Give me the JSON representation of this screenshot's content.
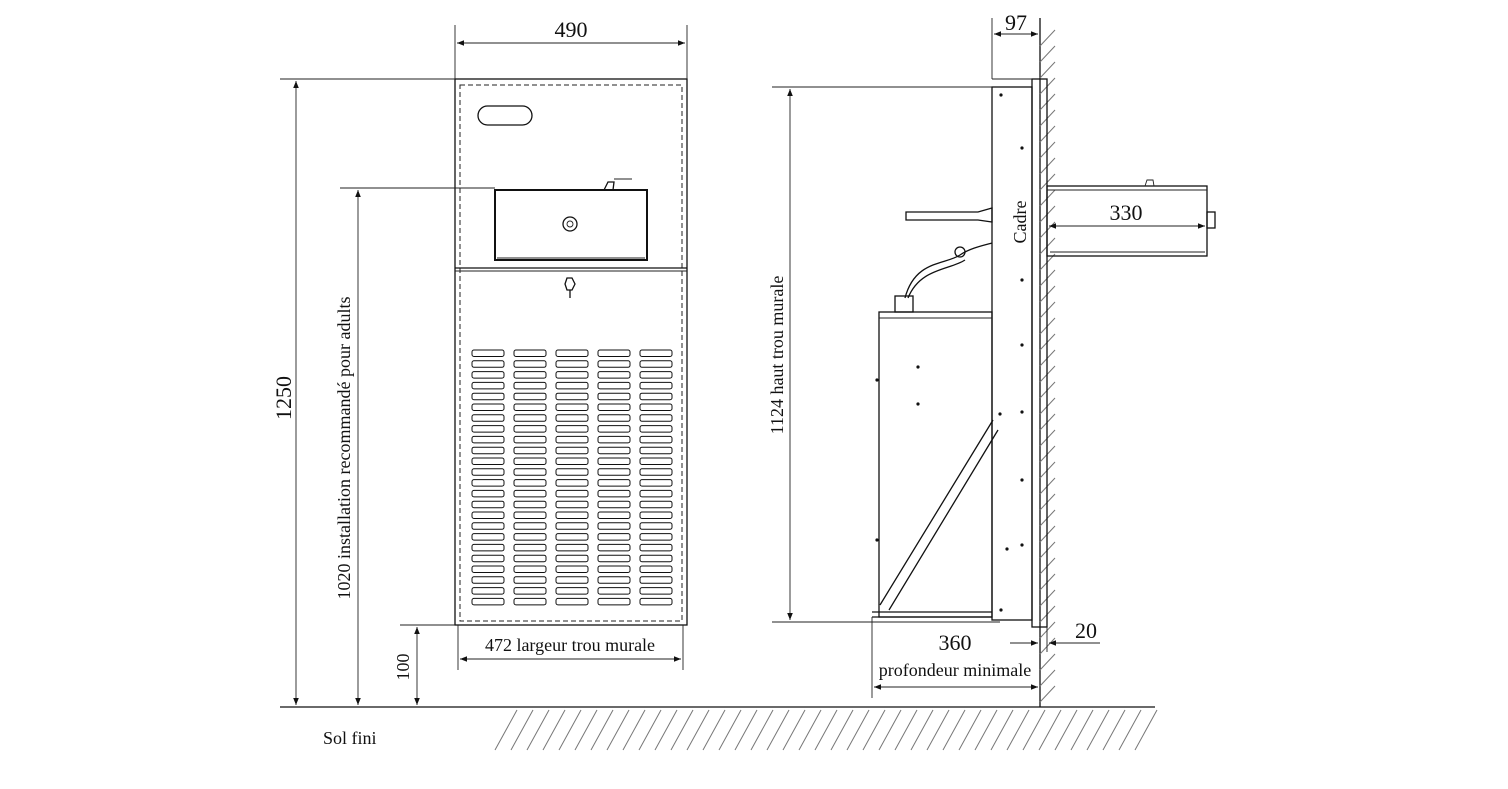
{
  "front_view": {
    "width_dim": "490",
    "height_total_dim": "1250",
    "install_height_dim": "1020 installation recommandé pour adults",
    "bottom_offset_dim": "100",
    "wall_hole_width_dim": "472 largeur trou murale"
  },
  "side_view": {
    "top_depth_dim": "97",
    "wall_hole_height_dim": "1124  haut trou murale",
    "frame_label": "Cadre",
    "basin_depth_dim": "330",
    "min_depth_dim": "360",
    "min_depth_label": "profondeur minimale",
    "frame_thickness_dim": "20"
  },
  "floor_label": "Sol fini"
}
